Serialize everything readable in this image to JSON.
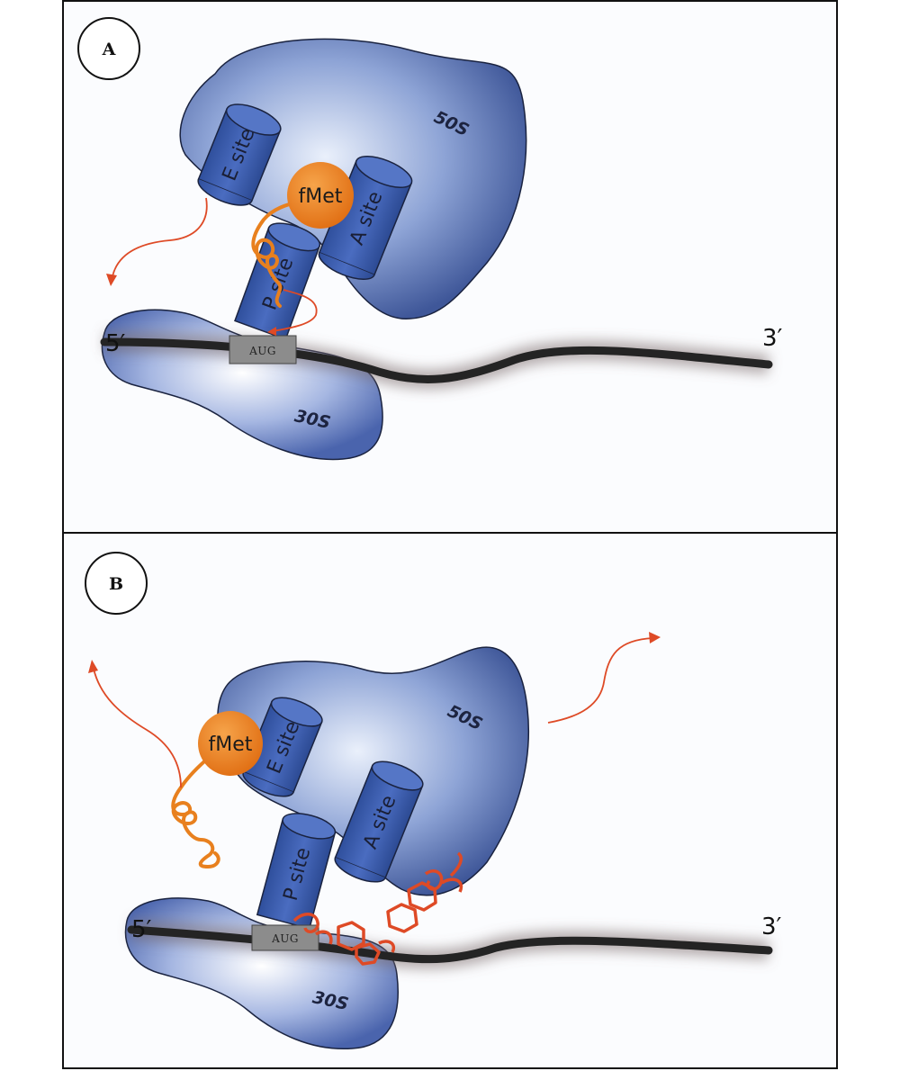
{
  "panels": [
    {
      "id": "A",
      "label": "A",
      "large_subunit": "50S",
      "small_subunit": "30S",
      "sites": {
        "e": "E site",
        "p": "P site",
        "a": "A site"
      },
      "codon": "AUG",
      "five_prime": "5′",
      "three_prime": "3′",
      "ligand": "fMet"
    },
    {
      "id": "B",
      "label": "B",
      "large_subunit": "50S",
      "small_subunit": "30S",
      "sites": {
        "e": "E site",
        "p": "P site",
        "a": "A site"
      },
      "codon": "AUG",
      "five_prime": "5′",
      "three_prime": "3′",
      "ligand": "fMet"
    }
  ],
  "colors": {
    "subunit_light": "#d8e2f7",
    "subunit_dark": "#3a5296",
    "site_fill": "#3d60b0",
    "trna": "#e8801e",
    "peptide": "#de4a26",
    "mrna": "#242424",
    "codon_box": "#8a8a8a"
  }
}
